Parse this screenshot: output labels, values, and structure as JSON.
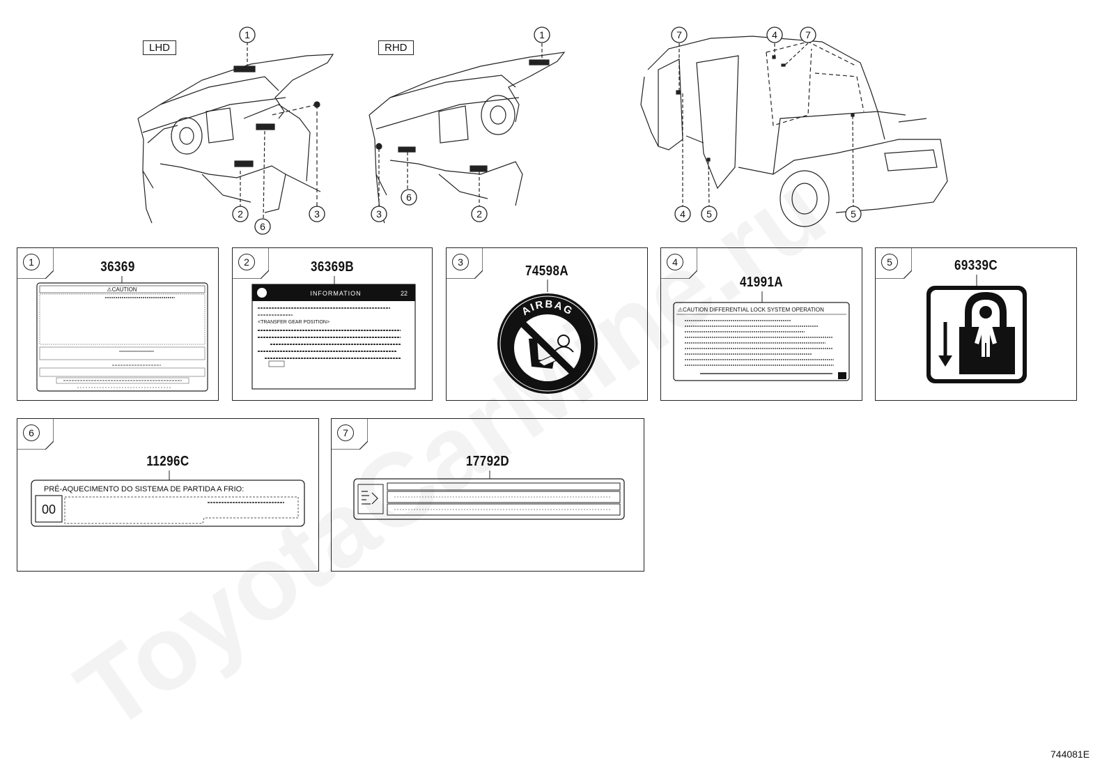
{
  "overview": {
    "lhd_tag": "LHD",
    "rhd_tag": "RHD",
    "callouts": {
      "lhd": [
        "1",
        "2",
        "6",
        "3"
      ],
      "rhd": [
        "1",
        "3",
        "6",
        "2"
      ],
      "body": [
        "7",
        "4",
        "7",
        "4",
        "5",
        "5"
      ]
    }
  },
  "panels": [
    {
      "num": "1",
      "code": "36369",
      "label_text": "⚠CAUTION"
    },
    {
      "num": "2",
      "code": "36369B",
      "label_title": "INFORMATION",
      "label_num": "22",
      "label_sub": "<TRANSFER GEAR POSITION>"
    },
    {
      "num": "3",
      "code": "74598A",
      "label_text": "AIRBAG"
    },
    {
      "num": "4",
      "code": "41991A",
      "label_text": "⚠CAUTION  DIFFERENTIAL LOCK SYSTEM OPERATION"
    },
    {
      "num": "5",
      "code": "69339C"
    },
    {
      "num": "6",
      "code": "11296C",
      "label_text": "PRÉ-AQUECIMENTO DO SISTEMA DE PARTIDA A FRIO:",
      "label_icon": "00"
    },
    {
      "num": "7",
      "code": "17792D"
    }
  ],
  "figure_id": "744081E",
  "watermark": "ToyotaCarMine.ru"
}
